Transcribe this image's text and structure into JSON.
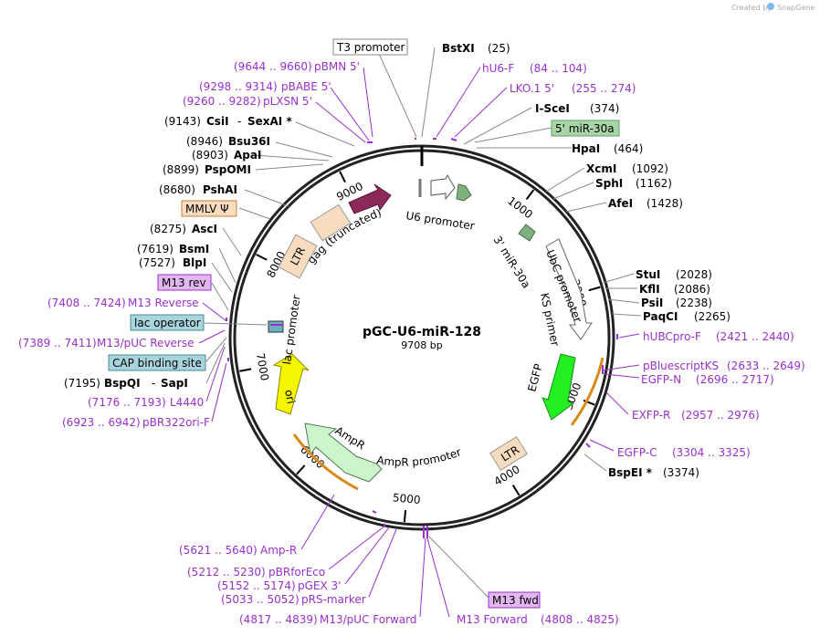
{
  "credit": {
    "prefix": "Created by",
    "brand": "SnapGene"
  },
  "plasmid": {
    "name": "pGC-U6-miR-128",
    "size": "9708 bp"
  },
  "ticks": [
    "1000",
    "2000",
    "3000",
    "4000",
    "5000",
    "6000",
    "7000",
    "8000",
    "9000"
  ],
  "features": {
    "u6_promoter": "U6 promoter",
    "mir30a_3": "3' miR-30a",
    "ubc_promoter": "UbC promoter",
    "ks_primer": "KS primer",
    "egfp": "EGFP",
    "ltr_right": "LTR",
    "ampr_promoter": "AmpR promoter",
    "ampr": "AmpR",
    "ori": "ori",
    "lac_promoter": "lac promoter",
    "ltr_left": "LTR",
    "gag": "gag (truncated)"
  },
  "labels": {
    "t3_promoter": "T3 promoter",
    "bstxi": "BstXI",
    "bstxi_pos": "(25)",
    "hu6f": "hU6-F",
    "hu6f_pos": "(84 .. 104)",
    "lko15": "LKO.1 5'",
    "lko15_pos": "(255 .. 274)",
    "iscei": "I-SceI",
    "iscei_pos": "(374)",
    "mir30a5": "5' miR-30a",
    "hpai": "HpaI",
    "hpai_pos": "(464)",
    "xcmi": "XcmI",
    "xcmi_pos": "(1092)",
    "sphi": "SphI",
    "sphi_pos": "(1162)",
    "afei": "AfeI",
    "afei_pos": "(1428)",
    "stui": "StuI",
    "stui_pos": "(2028)",
    "kfli": "KflI",
    "kfli_pos": "(2086)",
    "psii": "PsiI",
    "psii_pos": "(2238)",
    "paqci": "PaqCI",
    "paqci_pos": "(2265)",
    "hubcprof": "hUBCpro-F",
    "hubcprof_pos": "(2421 .. 2440)",
    "pbluescriptks": "pBluescriptKS",
    "pbluescriptks_pos": "(2633 .. 2649)",
    "egfpn": "EGFP-N",
    "egfpn_pos": "(2696 .. 2717)",
    "exfpr": "EXFP-R",
    "exfpr_pos": "(2957 .. 2976)",
    "egfpc": "EGFP-C",
    "egfpc_pos": "(3304 .. 3325)",
    "bspei": "BspEI *",
    "bspei_pos": "(3374)",
    "m13fwd": "M13 fwd",
    "m13forward": "M13 Forward",
    "m13forward_pos": "(4808 .. 4825)",
    "m13pucforward": "M13/pUC Forward",
    "m13pucforward_pos": "(4817 .. 4839)",
    "prsmarker": "pRS-marker",
    "prsmarker_pos": "(5033 .. 5052)",
    "pgex3": "pGEX 3'",
    "pgex3_pos": "(5152 .. 5174)",
    "pbrforeco": "pBRforEco",
    "pbrforeco_pos": "(5212 .. 5230)",
    "ampr_primer": "Amp-R",
    "ampr_primer_pos": "(5621 .. 5640)",
    "pbr322orif": "pBR322ori-F",
    "pbr322orif_pos": "(6923 .. 6942)",
    "l4440": "L4440",
    "l4440_pos": "(7176 .. 7193)",
    "bspqi": "BspQI",
    "sapi": "SapI",
    "bspqi_pos": "(7195)",
    "cap_site": "CAP binding site",
    "m13pucreverse": "M13/pUC Reverse",
    "m13pucreverse_pos": "(7389 .. 7411)",
    "lac_operator": "lac operator",
    "m13reverse": "M13 Reverse",
    "m13reverse_pos": "(7408 .. 7424)",
    "m13rev": "M13 rev",
    "blpi": "BlpI",
    "blpi_pos": "(7527)",
    "bsmi": "BsmI",
    "bsmi_pos": "(7619)",
    "asci": "AscI",
    "asci_pos": "(8275)",
    "mmlv": "MMLV Ψ",
    "pshai": "PshAI",
    "pshai_pos": "(8680)",
    "psp0mi": "PspOMI",
    "psp0mi_pos": "(8899)",
    "apai": "ApaI",
    "apai_pos": "(8903)",
    "bsu36i": "Bsu36I",
    "bsu36i_pos": "(8946)",
    "csii": "CsiI",
    "sexai": "SexAI *",
    "csii_pos": "(9143)",
    "plxsn5": "pLXSN 5'",
    "plxsn5_pos": "(9260 .. 9282)",
    "pbabe5": "pBABE 5'",
    "pbabe5_pos": "(9298 .. 9314)",
    "pbmn5": "pBMN 5'",
    "pbmn5_pos": "(9644 .. 9660)"
  },
  "colors": {
    "primer": "#9b30d0",
    "egfp": "#22ee22",
    "ori": "#f5f500",
    "gag": "#8b2a5a",
    "ltr": "#f8dcc0",
    "ampr": "#ccf5cc",
    "mir": "#7fb07f",
    "orange_primer": "#d88a1a"
  }
}
